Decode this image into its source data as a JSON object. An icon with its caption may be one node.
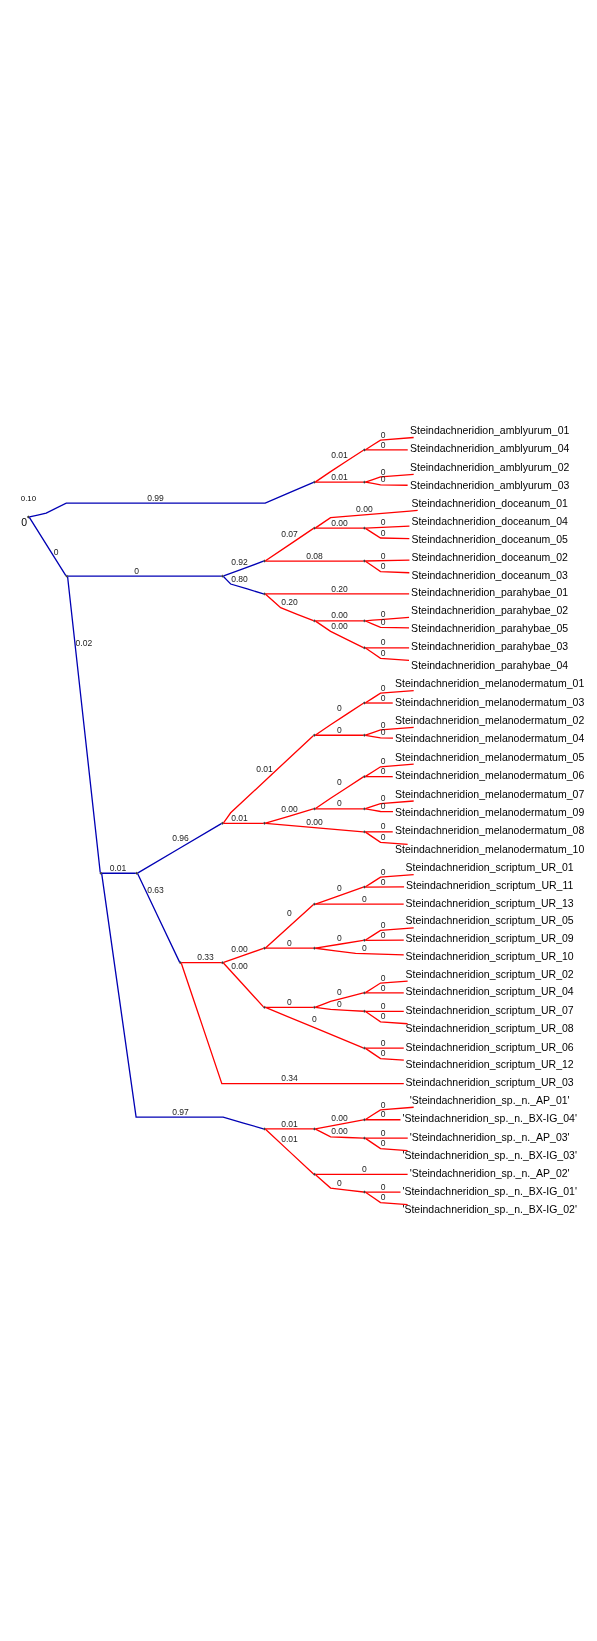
{
  "diagram": {
    "nodes": [
      {
        "text": [],
        "shape": "point",
        "beside": [
          "0"
        ]
      },
      {
        "text": [],
        "shape": "point"
      },
      {
        "text": [],
        "shape": "point"
      },
      {
        "text": [
          "Steindachneridion_amblyurum_01"
        ]
      },
      {
        "text": [
          "Steindachneridion_amblyurum_04"
        ]
      },
      {
        "text": [],
        "shape": "point"
      },
      {
        "text": [
          "Steindachneridion_amblyurum_02"
        ]
      },
      {
        "text": [
          "Steindachneridion_amblyurum_03"
        ]
      },
      {
        "text": [],
        "shape": "point"
      },
      {
        "text": [],
        "shape": "point"
      },
      {
        "text": [],
        "shape": "point"
      },
      {
        "text": [],
        "shape": "point"
      },
      {
        "text": [
          "Steindachneridion_doceanum_01"
        ]
      },
      {
        "text": [],
        "shape": "point"
      },
      {
        "text": [
          "Steindachneridion_doceanum_04"
        ]
      },
      {
        "text": [
          "Steindachneridion_doceanum_05"
        ]
      },
      {
        "text": [],
        "shape": "point"
      },
      {
        "text": [
          "Steindachneridion_doceanum_02"
        ]
      },
      {
        "text": [
          "Steindachneridion_doceanum_03"
        ]
      },
      {
        "text": [],
        "shape": "point"
      },
      {
        "text": [
          "Steindachneridion_parahybae_01"
        ]
      },
      {
        "text": [],
        "shape": "point"
      },
      {
        "text": [],
        "shape": "point"
      },
      {
        "text": [
          "Steindachneridion_parahybae_02"
        ]
      },
      {
        "text": [
          "Steindachneridion_parahybae_05"
        ]
      },
      {
        "text": [],
        "shape": "point"
      },
      {
        "text": [
          "Steindachneridion_parahybae_03"
        ]
      },
      {
        "text": [
          "Steindachneridion_parahybae_04"
        ]
      },
      {
        "text": [],
        "shape": "point"
      },
      {
        "text": [],
        "shape": "point"
      },
      {
        "text": [],
        "shape": "point"
      },
      {
        "text": [],
        "shape": "point"
      },
      {
        "text": [],
        "shape": "point"
      },
      {
        "text": [
          "Steindachneridion_melanodermatum_01"
        ]
      },
      {
        "text": [
          "Steindachneridion_melanodermatum_03"
        ]
      },
      {
        "text": [],
        "shape": "point"
      },
      {
        "text": [
          "Steindachneridion_melanodermatum_02"
        ]
      },
      {
        "text": [
          "Steindachneridion_melanodermatum_04"
        ]
      },
      {
        "text": [],
        "shape": "point"
      },
      {
        "text": [],
        "shape": "point"
      },
      {
        "text": [],
        "shape": "point"
      },
      {
        "text": [
          "Steindachneridion_melanodermatum_05"
        ]
      },
      {
        "text": [
          "Steindachneridion_melanodermatum_06"
        ]
      },
      {
        "text": [],
        "shape": "point"
      },
      {
        "text": [
          "Steindachneridion_melanodermatum_07"
        ]
      },
      {
        "text": [
          "Steindachneridion_melanodermatum_09"
        ]
      },
      {
        "text": [],
        "shape": "point"
      },
      {
        "text": [
          "Steindachneridion_melanodermatum_08"
        ]
      },
      {
        "text": [
          "Steindachneridion_melanodermatum_10"
        ]
      },
      {
        "text": [],
        "shape": "point"
      },
      {
        "text": [],
        "shape": "point"
      },
      {
        "text": [],
        "shape": "point"
      },
      {
        "text": [],
        "shape": "point"
      },
      {
        "text": [],
        "shape": "point"
      },
      {
        "text": [
          "Steindachneridion_scriptum_UR_01"
        ]
      },
      {
        "text": [
          "Steindachneridion_scriptum_UR_11"
        ]
      },
      {
        "text": [
          "Steindachneridion_scriptum_UR_13"
        ]
      },
      {
        "text": [],
        "shape": "point"
      },
      {
        "text": [],
        "shape": "point"
      },
      {
        "text": [
          "Steindachneridion_scriptum_UR_05"
        ]
      },
      {
        "text": [
          "Steindachneridion_scriptum_UR_09"
        ]
      },
      {
        "text": [
          "Steindachneridion_scriptum_UR_10"
        ]
      },
      {
        "text": [],
        "shape": "point"
      },
      {
        "text": [],
        "shape": "point"
      },
      {
        "text": [],
        "shape": "point"
      },
      {
        "text": [
          "Steindachneridion_scriptum_UR_02"
        ]
      },
      {
        "text": [
          "Steindachneridion_scriptum_UR_04"
        ]
      },
      {
        "text": [],
        "shape": "point"
      },
      {
        "text": [
          "Steindachneridion_scriptum_UR_07"
        ]
      },
      {
        "text": [
          "Steindachneridion_scriptum_UR_08"
        ]
      },
      {
        "text": [],
        "shape": "point"
      },
      {
        "text": [
          "Steindachneridion_scriptum_UR_06"
        ]
      },
      {
        "text": [
          "Steindachneridion_scriptum_UR_12"
        ]
      },
      {
        "text": [
          "Steindachneridion_scriptum_UR_03"
        ]
      },
      {
        "text": [],
        "shape": "point"
      },
      {
        "text": [],
        "shape": "point"
      },
      {
        "text": [],
        "shape": "point"
      },
      {
        "text": [
          "'Steindachneridion_sp._n._AP_01'"
        ]
      },
      {
        "text": [
          "'Steindachneridion_sp._n._BX-IG_04'"
        ]
      },
      {
        "text": [],
        "shape": "point"
      },
      {
        "text": [
          "'Steindachneridion_sp._n._AP_03'"
        ]
      },
      {
        "text": [
          "'Steindachneridion_sp._n._BX-IG_03'"
        ]
      },
      {
        "text": [],
        "shape": "point"
      },
      {
        "text": [
          "'Steindachneridion_sp._n._AP_02'"
        ]
      },
      {
        "text": [],
        "shape": "point"
      },
      {
        "text": [
          "'Steindachneridion_sp._n._BX-IG_01'"
        ]
      },
      {
        "text": [
          "'Steindachneridion_sp._n._BX-IG_02'"
        ]
      }
    ],
    "edges": [
      {
        "from": 0,
        "to": 1,
        "arrow": "none",
        "label": "0.99",
        "color": "#0000b4"
      },
      {
        "from": 1,
        "to": 2,
        "arrow": "none",
        "label": "0.01"
      },
      {
        "from": 2,
        "to": 3,
        "arrow": "none",
        "label": "0"
      },
      {
        "from": 2,
        "to": 4,
        "arrow": "none",
        "label": "0"
      },
      {
        "from": 1,
        "to": 5,
        "arrow": "none",
        "label": "0.01"
      },
      {
        "from": 5,
        "to": 6,
        "arrow": "none",
        "label": "0"
      },
      {
        "from": 5,
        "to": 7,
        "arrow": "none",
        "label": "0"
      },
      {
        "from": 0,
        "to": 8,
        "arrow": "none",
        "label": "0",
        "color": "#0000b4"
      },
      {
        "from": 8,
        "to": 9,
        "arrow": "none",
        "label": "0",
        "color": "#0000b4"
      },
      {
        "from": 9,
        "to": 10,
        "arrow": "none",
        "label": "0.92",
        "color": "#0000b4"
      },
      {
        "from": 10,
        "to": 11,
        "arrow": "none",
        "label": "0.07"
      },
      {
        "from": 11,
        "to": 12,
        "arrow": "none",
        "label": "0.00"
      },
      {
        "from": 11,
        "to": 13,
        "arrow": "none",
        "label": "0.00"
      },
      {
        "from": 13,
        "to": 14,
        "arrow": "none",
        "label": "0"
      },
      {
        "from": 13,
        "to": 15,
        "arrow": "none",
        "label": "0"
      },
      {
        "from": 10,
        "to": 16,
        "arrow": "none",
        "label": "0.08"
      },
      {
        "from": 16,
        "to": 17,
        "arrow": "none",
        "label": "0"
      },
      {
        "from": 16,
        "to": 18,
        "arrow": "none",
        "label": "0"
      },
      {
        "from": 9,
        "to": 19,
        "arrow": "none",
        "label": "0.80",
        "color": "#0000b4"
      },
      {
        "from": 19,
        "to": 20,
        "arrow": "none",
        "label": "0.20"
      },
      {
        "from": 19,
        "to": 21,
        "arrow": "none",
        "label": "0.20"
      },
      {
        "from": 21,
        "to": 22,
        "arrow": "none",
        "label": "0.00"
      },
      {
        "from": 22,
        "to": 23,
        "arrow": "none",
        "label": "0"
      },
      {
        "from": 22,
        "to": 24,
        "arrow": "none",
        "label": "0"
      },
      {
        "from": 21,
        "to": 25,
        "arrow": "none",
        "label": "0.00"
      },
      {
        "from": 25,
        "to": 26,
        "arrow": "none",
        "label": "0"
      },
      {
        "from": 25,
        "to": 27,
        "arrow": "none",
        "label": "0"
      },
      {
        "from": 8,
        "to": 28,
        "arrow": "none",
        "label": "0.02",
        "color": "#0000b4"
      },
      {
        "from": 28,
        "to": 29,
        "arrow": "none",
        "label": "0.01",
        "color": "#0000b4"
      },
      {
        "from": 29,
        "to": 30,
        "arrow": "none",
        "label": "0.96",
        "color": "#0000b4"
      },
      {
        "from": 30,
        "to": 31,
        "arrow": "none",
        "label": "0.01"
      },
      {
        "from": 31,
        "to": 32,
        "arrow": "none",
        "label": "0"
      },
      {
        "from": 32,
        "to": 33,
        "arrow": "none",
        "label": "0"
      },
      {
        "from": 32,
        "to": 34,
        "arrow": "none",
        "label": "0"
      },
      {
        "from": 31,
        "to": 35,
        "arrow": "none",
        "label": "0"
      },
      {
        "from": 35,
        "to": 36,
        "arrow": "none",
        "label": "0"
      },
      {
        "from": 35,
        "to": 37,
        "arrow": "none",
        "label": "0"
      },
      {
        "from": 30,
        "to": 38,
        "arrow": "none",
        "label": "0.01"
      },
      {
        "from": 38,
        "to": 39,
        "arrow": "none",
        "label": "0.00"
      },
      {
        "from": 39,
        "to": 40,
        "arrow": "none",
        "label": "0"
      },
      {
        "from": 40,
        "to": 41,
        "arrow": "none",
        "label": "0"
      },
      {
        "from": 40,
        "to": 42,
        "arrow": "none",
        "label": "0"
      },
      {
        "from": 39,
        "to": 43,
        "arrow": "none",
        "label": "0"
      },
      {
        "from": 43,
        "to": 44,
        "arrow": "none",
        "label": "0"
      },
      {
        "from": 43,
        "to": 45,
        "arrow": "none",
        "label": "0"
      },
      {
        "from": 38,
        "to": 46,
        "arrow": "none",
        "label": "0.00"
      },
      {
        "from": 46,
        "to": 47,
        "arrow": "none",
        "label": "0"
      },
      {
        "from": 46,
        "to": 48,
        "arrow": "none",
        "label": "0"
      },
      {
        "from": 29,
        "to": 49,
        "arrow": "none",
        "label": "0.63",
        "color": "#0000b4"
      },
      {
        "from": 49,
        "to": 50,
        "arrow": "none",
        "label": "0.33"
      },
      {
        "from": 50,
        "to": 51,
        "arrow": "none",
        "label": "0.00"
      },
      {
        "from": 51,
        "to": 52,
        "arrow": "none",
        "label": "0"
      },
      {
        "from": 52,
        "to": 53,
        "arrow": "none",
        "label": "0"
      },
      {
        "from": 53,
        "to": 54,
        "arrow": "none",
        "label": "0"
      },
      {
        "from": 53,
        "to": 55,
        "arrow": "none",
        "label": "0"
      },
      {
        "from": 52,
        "to": 56,
        "arrow": "none",
        "label": "0"
      },
      {
        "from": 51,
        "to": 57,
        "arrow": "none",
        "label": "0"
      },
      {
        "from": 57,
        "to": 58,
        "arrow": "none",
        "label": "0"
      },
      {
        "from": 58,
        "to": 59,
        "arrow": "none",
        "label": "0"
      },
      {
        "from": 58,
        "to": 60,
        "arrow": "none",
        "label": "0"
      },
      {
        "from": 57,
        "to": 61,
        "arrow": "none",
        "label": "0"
      },
      {
        "from": 50,
        "to": 62,
        "arrow": "none",
        "label": "0.00"
      },
      {
        "from": 62,
        "to": 63,
        "arrow": "none",
        "label": "0"
      },
      {
        "from": 63,
        "to": 64,
        "arrow": "none",
        "label": "0"
      },
      {
        "from": 64,
        "to": 65,
        "arrow": "none",
        "label": "0"
      },
      {
        "from": 64,
        "to": 66,
        "arrow": "none",
        "label": "0"
      },
      {
        "from": 63,
        "to": 67,
        "arrow": "none",
        "label": "0"
      },
      {
        "from": 67,
        "to": 68,
        "arrow": "none",
        "label": "0"
      },
      {
        "from": 67,
        "to": 69,
        "arrow": "none",
        "label": "0"
      },
      {
        "from": 62,
        "to": 70,
        "arrow": "none",
        "label": "0"
      },
      {
        "from": 70,
        "to": 71,
        "arrow": "none",
        "label": "0"
      },
      {
        "from": 70,
        "to": 72,
        "arrow": "none",
        "label": "0"
      },
      {
        "from": 49,
        "to": 73,
        "arrow": "none",
        "label": "0.34"
      },
      {
        "from": 28,
        "to": 74,
        "arrow": "none",
        "label": "0.97",
        "color": "#0000b4"
      },
      {
        "from": 74,
        "to": 75,
        "arrow": "none",
        "label": "0.01"
      },
      {
        "from": 75,
        "to": 76,
        "arrow": "none",
        "label": "0.00"
      },
      {
        "from": 76,
        "to": 77,
        "arrow": "none",
        "label": "0"
      },
      {
        "from": 76,
        "to": 78,
        "arrow": "none",
        "label": "0"
      },
      {
        "from": 75,
        "to": 79,
        "arrow": "none",
        "label": "0.00"
      },
      {
        "from": 79,
        "to": 80,
        "arrow": "none",
        "label": "0"
      },
      {
        "from": 79,
        "to": 81,
        "arrow": "none",
        "label": "0"
      },
      {
        "from": 74,
        "to": 82,
        "arrow": "none",
        "label": "0.01"
      },
      {
        "from": 82,
        "to": 83,
        "arrow": "none",
        "label": "0"
      },
      {
        "from": 82,
        "to": 84,
        "arrow": "none",
        "label": "0"
      },
      {
        "from": 84,
        "to": 85,
        "arrow": "none",
        "label": "0"
      },
      {
        "from": 84,
        "to": 86,
        "arrow": "none",
        "label": "0"
      }
    ],
    "labels": [
      "0.10"
    ]
  }
}
